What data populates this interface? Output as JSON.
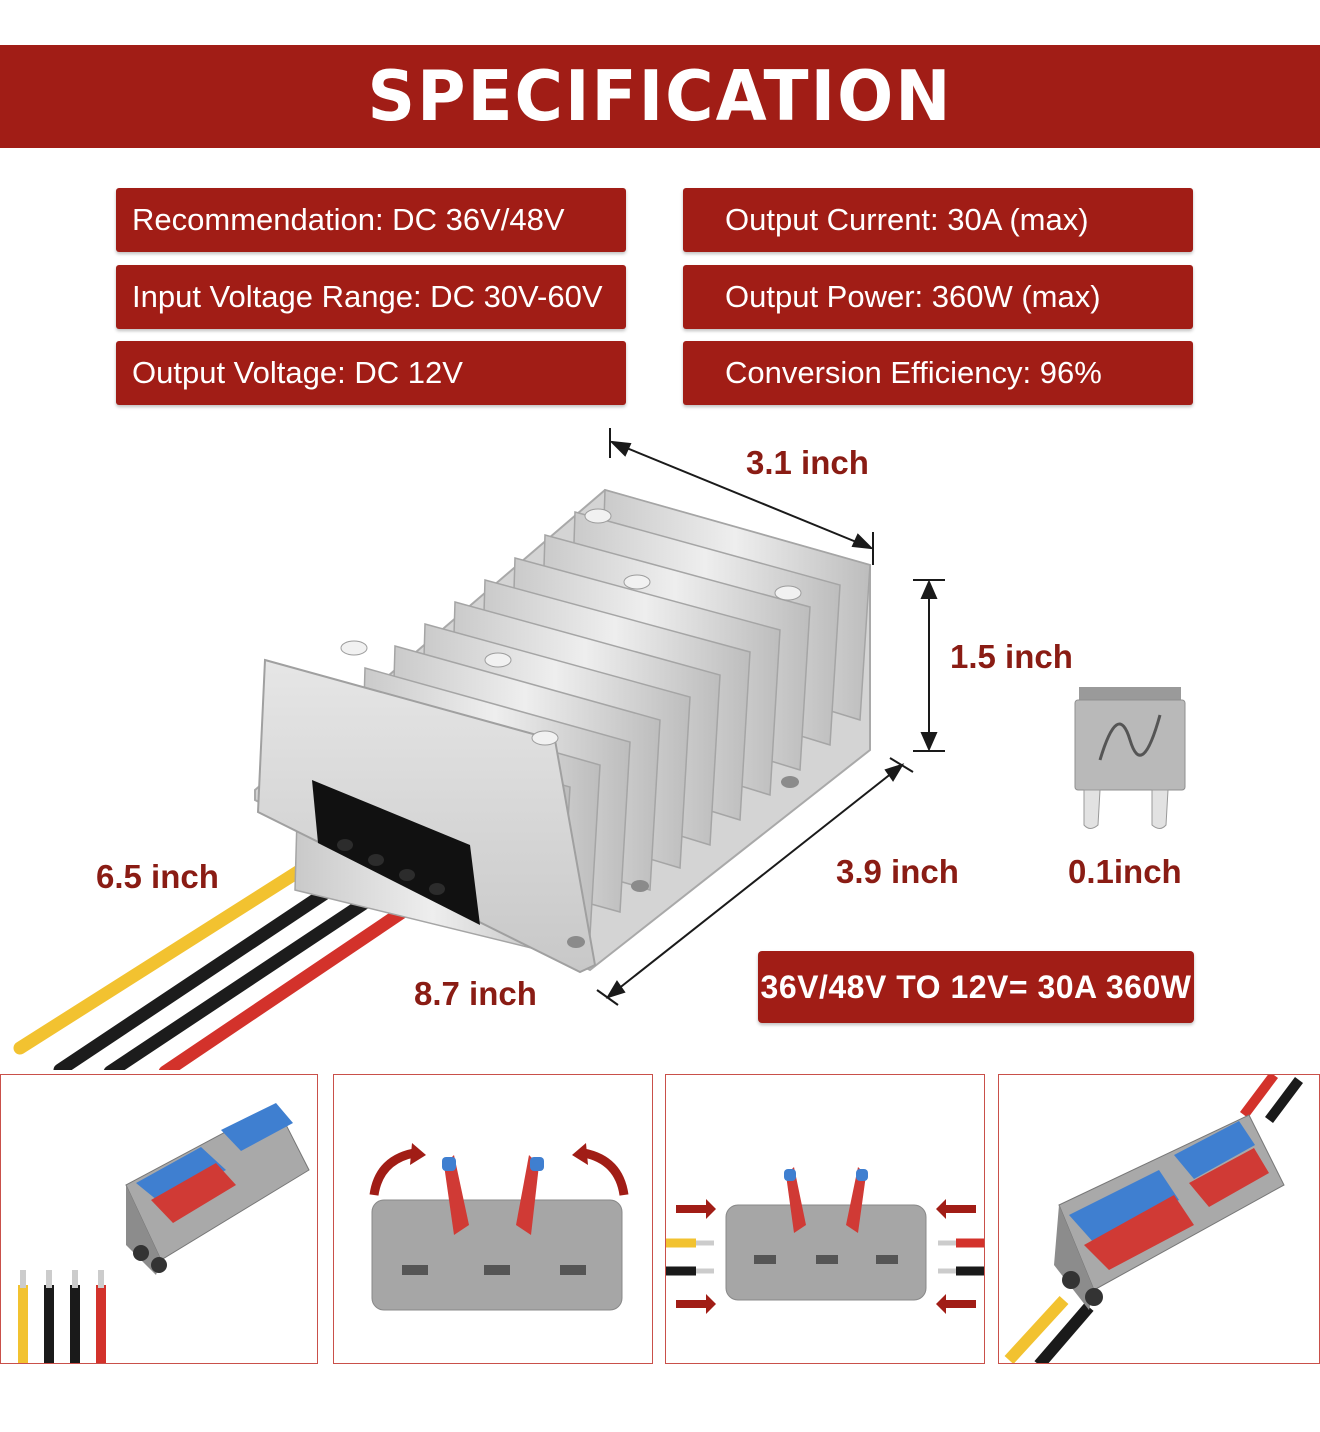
{
  "banner": {
    "title": "SPECIFICATION"
  },
  "specs": {
    "left": [
      "Recommendation: DC 36V/48V",
      "Input Voltage Range: DC 30V-60V",
      "Output Voltage: DC 12V"
    ],
    "right": [
      "Output Current: 30A (max)",
      "Output Power: 360W (max)",
      "Conversion Efficiency: 96%"
    ]
  },
  "dimensions": {
    "length": "3.1 inch",
    "height": "1.5 inch",
    "width": "3.9 inch",
    "cable": "6.5 inch",
    "cable_total": "8.7 inch",
    "fuse": "0.1inch"
  },
  "model_badge": "36V/48V TO 12V= 30A 360W",
  "colors": {
    "brand_red": "#a11d16",
    "wire_yellow": "#f2c230",
    "wire_black": "#1a1a1a",
    "wire_red": "#d3322b",
    "housing_gray": "#d8d8d8"
  },
  "icons": {
    "converter": "aluminum-heatsink-converter",
    "fuse": "mini-blade-fuse",
    "connector": "lever-wire-connector"
  }
}
